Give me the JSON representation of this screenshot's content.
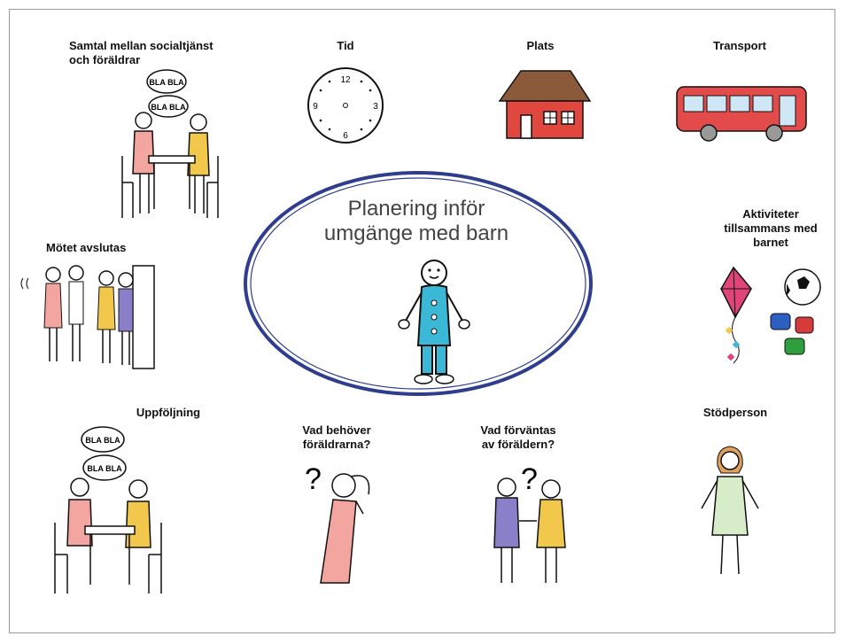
{
  "center": {
    "title_line1": "Planering inför",
    "title_line2": "umgänge med barn"
  },
  "nodes": {
    "samtal_line1": "Samtal mellan socialtjänst",
    "samtal_line2": "och föräldrar",
    "tid": "Tid",
    "plats": "Plats",
    "transport": "Transport",
    "aktiviteter_line1": "Aktiviteter",
    "aktiviteter_line2": "tillsammans med",
    "aktiviteter_line3": "barnet",
    "motet": "Mötet avslutas",
    "uppfoljning": "Uppföljning",
    "behover_line1": "Vad behöver",
    "behover_line2": "föräldrarna?",
    "forvantas_line1": "Vad förväntas",
    "forvantas_line2": "av föräldern?",
    "stodperson": "Stödperson"
  },
  "speech": {
    "bubble": "BLA BLA"
  },
  "clock": {
    "n12": "12",
    "n3": "3",
    "n6": "6",
    "n9": "9"
  },
  "colors": {
    "ellipse": "#2f3d8f",
    "house": "#e0483f",
    "roof": "#8a5a3a",
    "bus": "#e34b4b",
    "child": "#3bb8d6",
    "kite": "#e0457a"
  }
}
